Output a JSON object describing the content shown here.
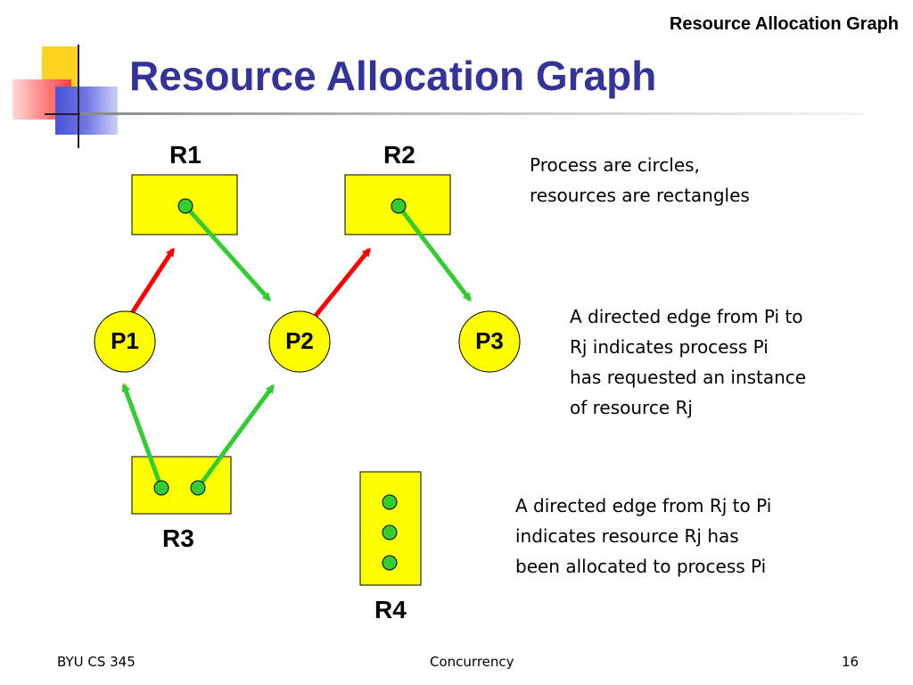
{
  "header": {
    "corner_title": "Resource Allocation Graph"
  },
  "slide": {
    "title": "Resource Allocation Graph"
  },
  "colors": {
    "title": "#333399",
    "node_fill": "#ffff00",
    "instance_dot": "#33cc33",
    "request_edge": "#ff0000",
    "assignment_edge": "#33cc33"
  },
  "diagram": {
    "resources": [
      {
        "id": "R1",
        "label": "R1",
        "instances": 1
      },
      {
        "id": "R2",
        "label": "R2",
        "instances": 1
      },
      {
        "id": "R3",
        "label": "R3",
        "instances": 2
      },
      {
        "id": "R4",
        "label": "R4",
        "instances": 3
      }
    ],
    "processes": [
      {
        "id": "P1",
        "label": "P1"
      },
      {
        "id": "P2",
        "label": "P2"
      },
      {
        "id": "P3",
        "label": "P3"
      }
    ],
    "request_edges": [
      {
        "from": "P1",
        "to": "R1"
      },
      {
        "from": "P2",
        "to": "R2"
      }
    ],
    "assignment_edges": [
      {
        "from": "R1",
        "to": "P2"
      },
      {
        "from": "R2",
        "to": "P3"
      },
      {
        "from": "R3",
        "to": "P1"
      },
      {
        "from": "R3",
        "to": "P2"
      }
    ]
  },
  "notes": {
    "shapes": [
      "Process are circles,",
      "resources are rectangles"
    ],
    "request_edge": [
      "A directed edge from Pi to",
      "Rj indicates process Pi",
      "has requested an instance",
      "of resource Rj"
    ],
    "assignment_edge": [
      "A directed edge from Rj to Pi",
      "indicates resource Rj has",
      "been allocated to process Pi"
    ]
  },
  "footer": {
    "left": "BYU CS 345",
    "center": "Concurrency",
    "page": "16"
  }
}
